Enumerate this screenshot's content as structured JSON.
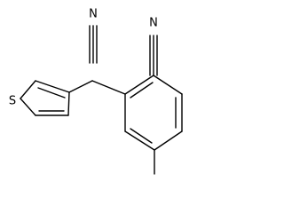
{
  "molecule": {
    "atoms": {
      "nitrile_n_top": "N",
      "nitrile_n_right": "N",
      "thiophene_s": "S"
    }
  }
}
